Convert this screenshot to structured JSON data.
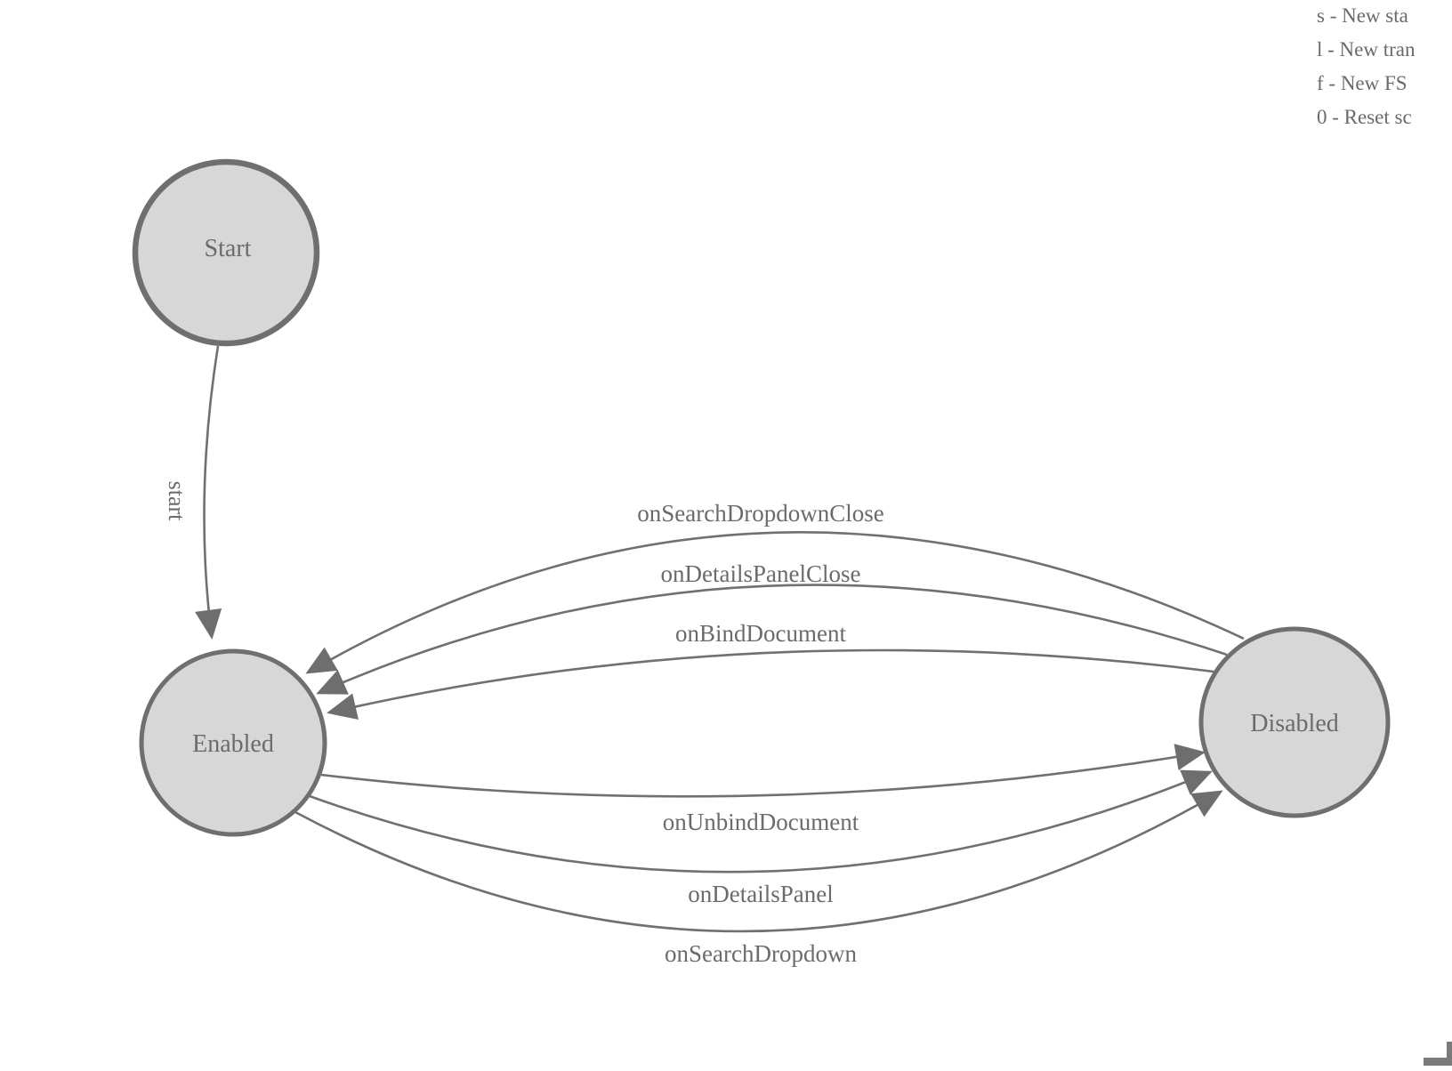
{
  "legend": {
    "lines": [
      "s - New sta",
      "l - New tran",
      "f - New FS",
      "0 - Reset sc"
    ]
  },
  "nodes": {
    "start": {
      "label": "Start"
    },
    "enabled": {
      "label": "Enabled"
    },
    "disabled": {
      "label": "Disabled"
    }
  },
  "edges": {
    "start_to_enabled": {
      "label": "start",
      "from": "Start",
      "to": "Enabled"
    },
    "disabled_to_enabled": [
      {
        "label": "onSearchDropdownClose",
        "from": "Disabled",
        "to": "Enabled"
      },
      {
        "label": "onDetailsPanelClose",
        "from": "Disabled",
        "to": "Enabled"
      },
      {
        "label": "onBindDocument",
        "from": "Disabled",
        "to": "Enabled"
      }
    ],
    "enabled_to_disabled": [
      {
        "label": "onUnbindDocument",
        "from": "Enabled",
        "to": "Disabled"
      },
      {
        "label": "onDetailsPanel",
        "from": "Enabled",
        "to": "Disabled"
      },
      {
        "label": "onSearchDropdown",
        "from": "Enabled",
        "to": "Disabled"
      }
    ]
  },
  "colors": {
    "node_fill": "#d7d7d7",
    "node_stroke": "#6f6f6f",
    "edge_stroke": "#707070",
    "arrow_fill": "#6e6e6e",
    "text": "#6b6b6b",
    "background": "#ffffff"
  }
}
